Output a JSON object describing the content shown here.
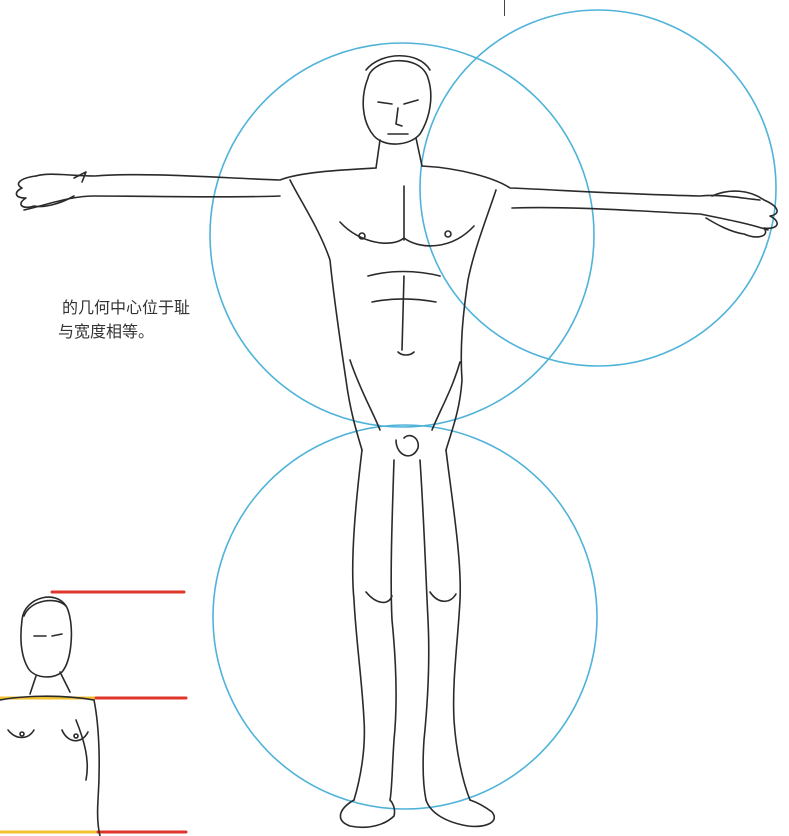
{
  "caption": {
    "line1": "的几何中心位于耻",
    "line2": "与宽度相等。"
  },
  "colors": {
    "circle": "#4fb3d9",
    "guide_red": "#e0352b",
    "guide_yellow": "#f2c230",
    "ink": "#2a2a2a"
  },
  "icons": {
    "main_figure": "male-figure-arms-outstretched-sketch",
    "inset_figure": "female-torso-proportion-sketch"
  }
}
